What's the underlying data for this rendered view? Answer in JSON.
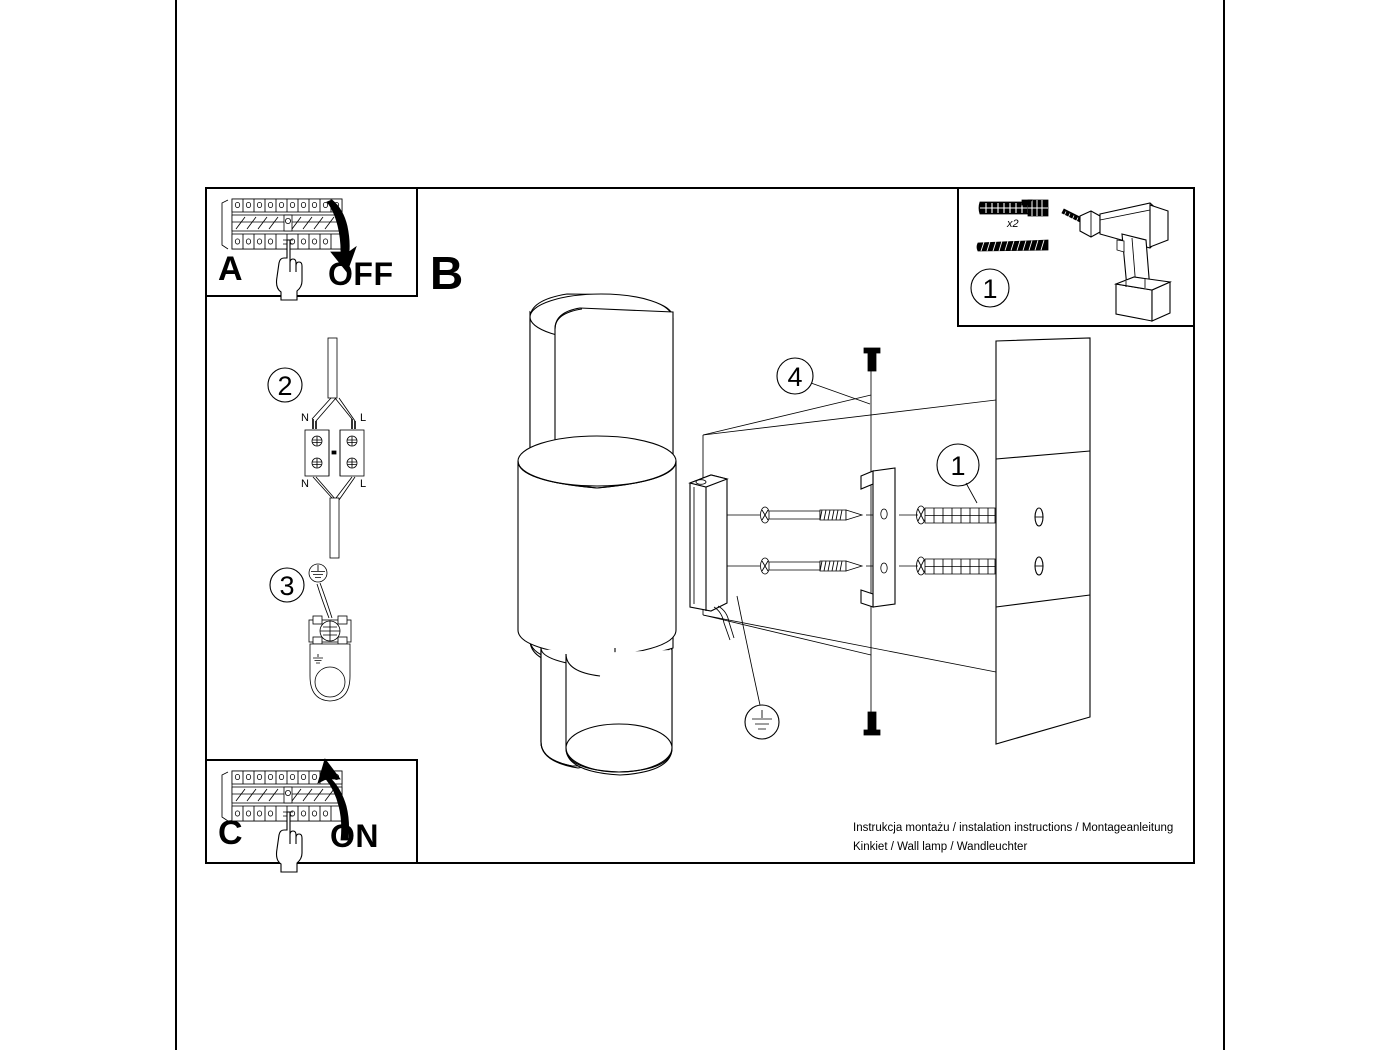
{
  "document": {
    "type": "assembly-instruction-sheet",
    "footer_lines": [
      "Instrukcja montażu / instalation instructions / Montageanleitung",
      "Kinkiet / Wall lamp / Wandleuchter"
    ]
  },
  "panels": {
    "a": {
      "letter": "A",
      "action_label": "OFF",
      "icon": "breaker-panel-with-hand",
      "arrow": "arrow-down"
    },
    "c": {
      "letter": "C",
      "action_label": "ON",
      "icon": "breaker-panel-with-hand",
      "arrow": "arrow-up"
    },
    "b": {
      "letter": "B"
    },
    "parts": {
      "step_number": "1",
      "quantity_label": "x2",
      "items": [
        "wall-anchor",
        "screw",
        "power-drill"
      ]
    }
  },
  "steps": {
    "step2": {
      "number": "2",
      "terminal_top_left": "N",
      "terminal_top_right": "L",
      "terminal_bottom_left": "N",
      "terminal_bottom_right": "L"
    },
    "step3": {
      "number": "3",
      "symbol": "earth-ground"
    }
  },
  "callouts": {
    "mount_number": "1",
    "bolt_number": "4",
    "ground_symbol": "earth-ground"
  },
  "colors": {
    "line": "#000000",
    "fill": "#ffffff"
  }
}
